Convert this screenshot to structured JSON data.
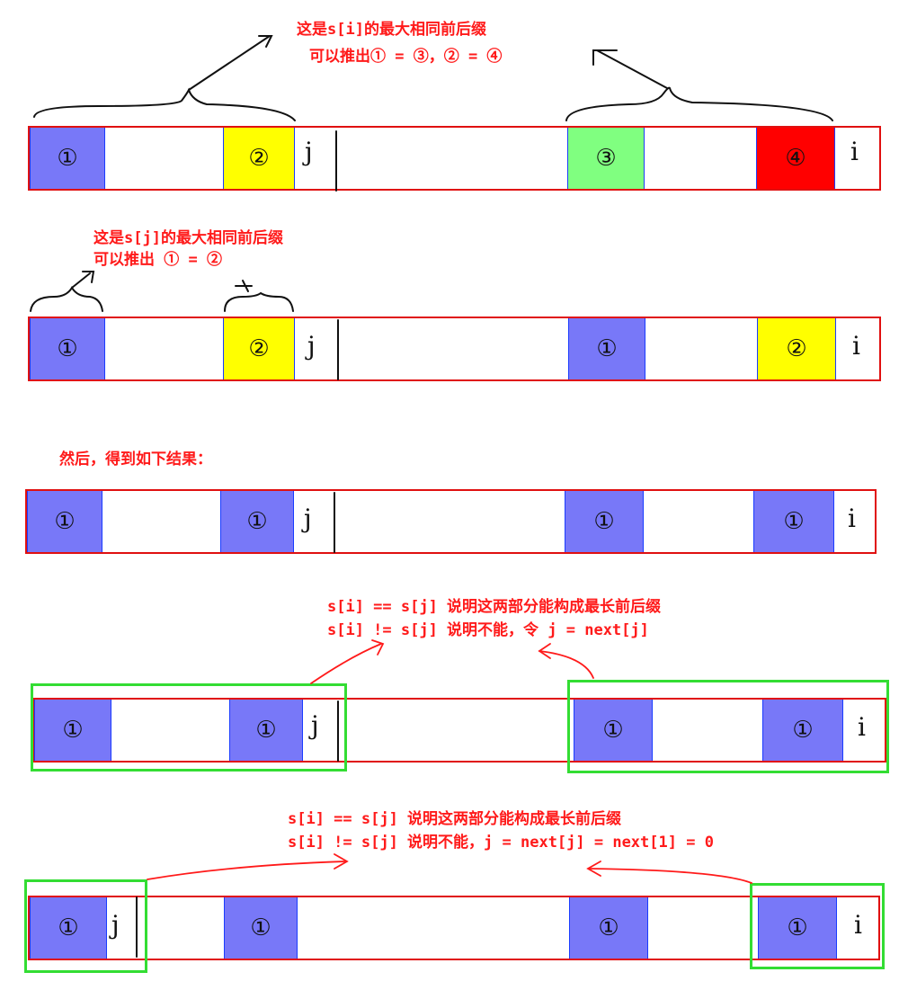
{
  "colors": {
    "note": "#ff1a1a",
    "strip": "#e01010",
    "blue": "#7878f8",
    "yellow": "#ffff00",
    "green": "#80ff80",
    "red": "#ff0000",
    "frame": "#33dd33",
    "arrow": "#ff1a1a"
  },
  "labels": {
    "n1": "①",
    "n2": "②",
    "n3": "③",
    "n4": "④",
    "j": "j",
    "i": "i"
  },
  "note1": {
    "line1": "这是s[i]的最大相同前后缀",
    "line2": "可以推出① = ③，② = ④"
  },
  "note2": {
    "line1": "这是s[j]的最大相同前后缀",
    "line2": "可以推出 ① = ②"
  },
  "note3": {
    "line1": "然后，得到如下结果："
  },
  "note4": {
    "line1": "s[i] == s[j] 说明这两部分能构成最长前后缀",
    "line2": "s[i] != s[j] 说明不能，令 j = next[j]"
  },
  "note5": {
    "line1": "s[i] == s[j] 说明这两部分能构成最长前后缀",
    "line2": "s[i] != s[j] 说明不能，j = next[j] = next[1] = 0"
  }
}
